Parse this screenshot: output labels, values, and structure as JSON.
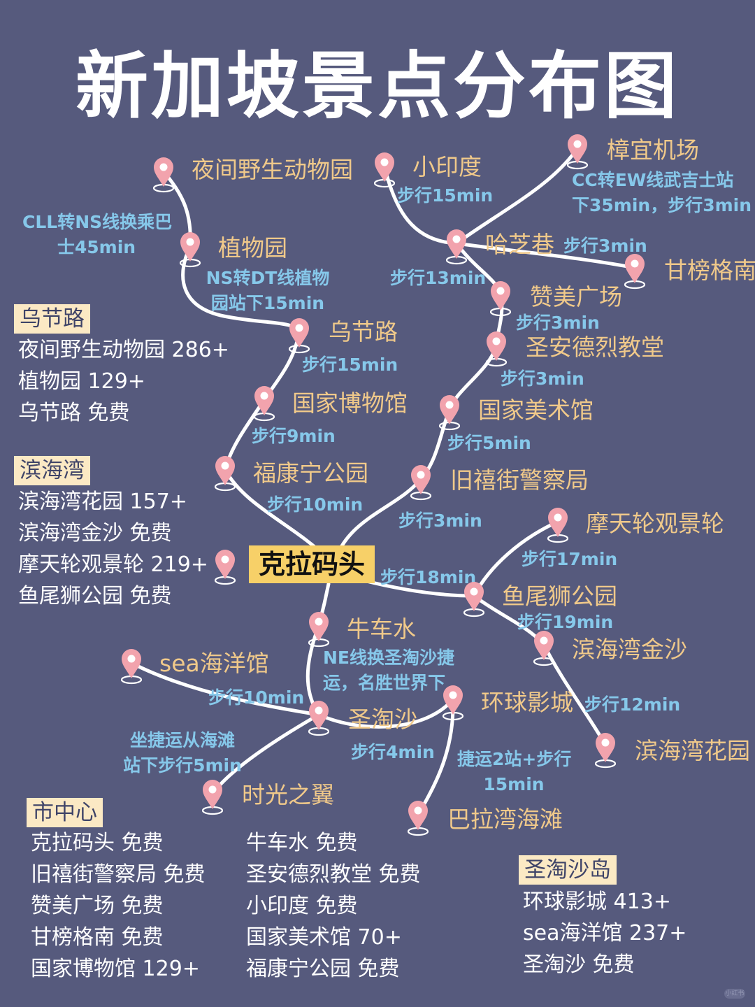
{
  "title": "新加坡景点分布图",
  "hub": "克拉码头",
  "places": {
    "night_safari": "夜间野生动物园",
    "little_india": "小印度",
    "changi": "樟宜机场",
    "botanic": "植物园",
    "haji_lane": "哈芝巷",
    "kampong_glam": "甘榜格南",
    "chimes": "赞美广场",
    "orchard": "乌节路",
    "st_andrew": "圣安德烈教堂",
    "national_museum": "国家博物馆",
    "national_gallery": "国家美术馆",
    "fort_canning": "福康宁公园",
    "old_hill_police": "旧禧街警察局",
    "flyer": "摩天轮观景轮",
    "merlion": "鱼尾狮公园",
    "chinatown": "牛车水",
    "mbs": "滨海湾金沙",
    "sea_aquarium": "sea海洋馆",
    "uss": "环球影城",
    "sentosa": "圣淘沙",
    "gardens": "滨海湾花园",
    "wings_of_time": "时光之翼",
    "palawan": "巴拉湾海滩"
  },
  "notes": {
    "changi_1": "CC转EW线武吉士站",
    "changi_2": "下35min，步行3min",
    "little_india": "步行15min",
    "night_1": "CLL转NS线换乘巴",
    "night_2": "士45min",
    "botanic_1": "NS转DT线植物",
    "botanic_2": "园站下15min",
    "haji": "步行3min",
    "kampong": "步行13min",
    "chimes": "步行3min",
    "orchard": "步行15min",
    "st_andrew": "步行3min",
    "museum": "步行9min",
    "gallery": "步行5min",
    "fort": "步行10min",
    "police": "步行3min",
    "flyer": "步行17min",
    "merlion": "步行18min",
    "mbs": "步行19min",
    "chinatown_1": "NE线换圣淘沙捷",
    "chinatown_2": "运，名胜世界下",
    "aquarium": "步行10min",
    "gardens": "步行12min",
    "wings_1": "坐捷运从海滩",
    "wings_2": "站下步行5min",
    "uss": "步行4min",
    "palawan_1": "捷运2站+步行",
    "palawan_2": "15min"
  },
  "lists": {
    "orchard": {
      "heading": "乌节路",
      "items": [
        "夜间野生动物园  286+",
        "植物园  129+",
        "乌节路  免费"
      ]
    },
    "marina": {
      "heading": "滨海湾",
      "items": [
        "滨海湾花园  157+",
        "滨海湾金沙   免费",
        "摩天轮观景轮  219+",
        "鱼尾狮公园   免费"
      ]
    },
    "city": {
      "heading": "市中心",
      "col1": [
        "克拉码头  免费",
        "旧禧街警察局 免费",
        "赞美广场  免费",
        "甘榜格南 免费",
        "国家博物馆  129+"
      ],
      "col2": [
        "牛车水    免费",
        "圣安德烈教堂 免费",
        "小印度  免费",
        "国家美术馆  70+",
        "福康宁公园   免费"
      ]
    },
    "sentosa": {
      "heading": "圣淘沙岛",
      "items": [
        "环球影城  413+",
        "sea海洋馆  237+",
        "圣淘沙  免费"
      ]
    }
  },
  "colors": {
    "background": "#565a7d",
    "place": "#f0c98a",
    "note": "#86c8ea",
    "pin": "#f2a3ad",
    "hub": "#f7d068"
  },
  "watermark": "小红书"
}
